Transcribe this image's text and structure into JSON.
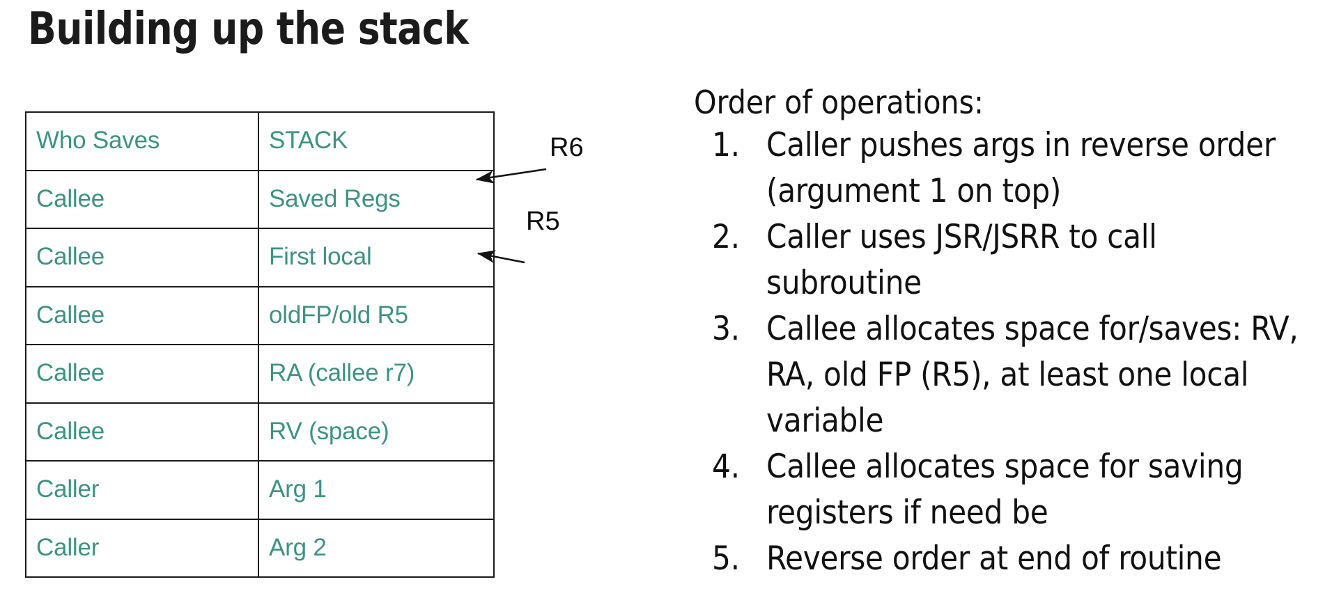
{
  "slide": {
    "title": "Building up the stack",
    "background_color": "#ffffff",
    "title_color": "#1b1b1b",
    "accent_color": "#3d9283",
    "border_color": "#1a1a1a"
  },
  "stack_table": {
    "columns": [
      "Who Saves",
      "STACK"
    ],
    "rows": [
      {
        "who": "Who Saves",
        "what": "STACK",
        "is_header": true
      },
      {
        "who": "Callee",
        "what": "Saved Regs",
        "is_header": false
      },
      {
        "who": "Callee",
        "what": "First local",
        "is_header": false
      },
      {
        "who": "Callee",
        "what": "oldFP/old R5",
        "is_header": false
      },
      {
        "who": "Callee",
        "what": "RA (callee r7)",
        "is_header": false
      },
      {
        "who": "Callee",
        "what": "RV (space)",
        "is_header": false
      },
      {
        "who": "Caller",
        "what": "Arg 1",
        "is_header": false
      },
      {
        "who": "Caller",
        "what": "Arg 2",
        "is_header": false
      }
    ]
  },
  "pointers": [
    {
      "label": "R6",
      "points_to_row": "Saved Regs"
    },
    {
      "label": "R5",
      "points_to_row": "First local"
    }
  ],
  "operations": {
    "heading": "Order of operations:",
    "items": [
      {
        "number": "1.",
        "text": "Caller pushes args in reverse order (argument 1 on top)"
      },
      {
        "number": "2.",
        "text": "Caller uses JSR/JSRR to call subroutine"
      },
      {
        "number": "3.",
        "text": "Callee allocates space for/saves: RV, RA, old FP (R5), at least one local variable"
      },
      {
        "number": "4.",
        "text": "Callee allocates space for saving registers if need be"
      },
      {
        "number": "5.",
        "text": "Reverse order at end of routine"
      }
    ]
  }
}
